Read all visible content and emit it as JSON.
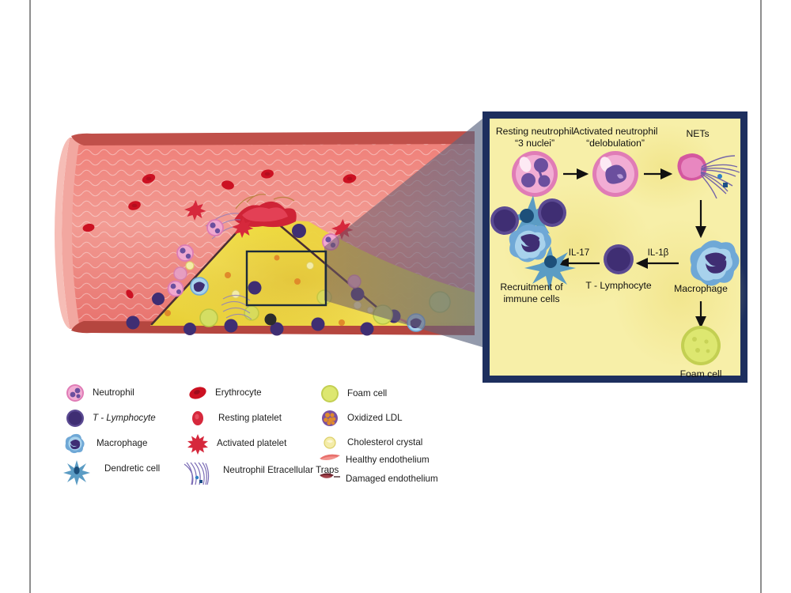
{
  "page": {
    "title": "Neutrophil-driven atherosclerotic plaque inflammation diagram",
    "background": "#ffffff",
    "rule_color": "#8e8e8e"
  },
  "colors": {
    "inset_border": "#1d2f5e",
    "inset_fill": "#f7efa8",
    "vessel_red": "#e8736e",
    "vessel_dark_red": "#c0504a",
    "vessel_rim": "#f2a7a0",
    "plaque_yellow": "#f2de4a",
    "plaque_yellow_dark": "#e0c42f",
    "cone_slate": "#5d6b86",
    "neutrophil_pink": "#e48cc0",
    "neutrophil_fill": "#f0a8cf",
    "nucleus_purple": "#6b4f9e",
    "lymphocyte_purple": "#3f2e73",
    "macrophage_blue": "#6fa8d6",
    "macrophage_light": "#a8d2ec",
    "dendritic_blue": "#4f8fb5",
    "foam_green": "#d4de63",
    "erythrocyte_red": "#cc1122",
    "platelet_red": "#d6283c",
    "ldl_orange": "#e08a2a",
    "crystal_yellow": "#f2e9a0",
    "nets_purple": "#7a6bb5",
    "arrow_black": "#111111"
  },
  "inset": {
    "name": "plaque-inflammation-inset",
    "top_row": [
      {
        "id": "resting-neutrophil",
        "line1": "Resting neutrophil",
        "line2": "“3 nuclei”"
      },
      {
        "id": "activated-neutrophil",
        "line1": "Activated neutrophil",
        "line2": "“delobulation”"
      },
      {
        "id": "nets",
        "line1": "NETs",
        "line2": ""
      }
    ],
    "bottom_row": [
      {
        "id": "recruitment",
        "line1": "Recruitment of",
        "line2": "immune cells"
      },
      {
        "id": "t-lymphocyte",
        "line1": "T - Lymphocyte",
        "line2": ""
      },
      {
        "id": "macrophage",
        "line1": "Macrophage",
        "line2": ""
      },
      {
        "id": "foam-cell",
        "line1": "Foam cell",
        "line2": ""
      }
    ],
    "cytokines": [
      {
        "id": "il-17",
        "label": "IL-17"
      },
      {
        "id": "il-1beta",
        "label": "IL-1β"
      }
    ]
  },
  "legend": {
    "name": "figure-legend",
    "columns": [
      {
        "id": "column-1",
        "items": [
          {
            "id": "neutrophil",
            "label": "Neutrophil",
            "icon": "neutrophil-icon",
            "italic": false
          },
          {
            "id": "t-lymphocyte",
            "label": "T - Lymphocyte",
            "icon": "lymphocyte-icon",
            "italic": true
          },
          {
            "id": "macrophage",
            "label": "Macrophage",
            "icon": "macrophage-icon",
            "italic": false
          },
          {
            "id": "dendritic-cell",
            "label": "Dendretic cell",
            "icon": "dendritic-cell-icon",
            "italic": false
          }
        ]
      },
      {
        "id": "column-2",
        "items": [
          {
            "id": "erythrocyte",
            "label": "Erythrocyte",
            "icon": "erythrocyte-icon",
            "italic": false
          },
          {
            "id": "resting-platelet",
            "label": "Resting platelet",
            "icon": "resting-platelet-icon",
            "italic": false
          },
          {
            "id": "activated-platelet",
            "label": "Activated platelet",
            "icon": "activated-platelet-icon",
            "italic": false
          },
          {
            "id": "nets",
            "label": "Neutrophil Etracellular Traps",
            "icon": "nets-icon",
            "italic": false
          }
        ]
      },
      {
        "id": "column-3",
        "items": [
          {
            "id": "foam-cell",
            "label": "Foam cell",
            "icon": "foam-cell-icon",
            "italic": false
          },
          {
            "id": "oxidized-ldl",
            "label": "Oxidized LDL",
            "icon": "oxidized-ldl-icon",
            "italic": false
          },
          {
            "id": "cholesterol-crystal",
            "label": "Cholesterol crystal",
            "icon": "cholesterol-crystal-icon",
            "italic": false
          },
          {
            "id": "healthy-endothelium",
            "label": "Healthy endothelium",
            "icon": "healthy-endothelium-icon",
            "italic": false
          },
          {
            "id": "damaged-endothelium",
            "label": "Damaged endothelium",
            "icon": "damaged-endothelium-icon",
            "italic": false
          }
        ]
      }
    ]
  }
}
